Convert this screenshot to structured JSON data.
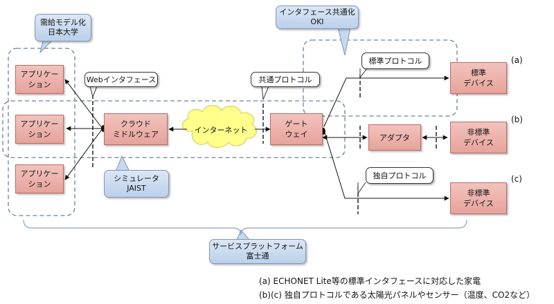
{
  "org_labels": {
    "nihon": "需給モデル化\n日本大学",
    "oki": "インタフェース共通化\nOKI",
    "jaist": "シミュレータ\nJAIST",
    "fujitsu": "サービスプラットフォーム\n富士通"
  },
  "callouts": {
    "web_if": "Webインタフェース",
    "common_protocol": "共通プロトコル",
    "standard_protocol": "標準プロトコル",
    "proprietary_protocol": "独自プロトコル"
  },
  "boxes": {
    "app1": "アプリケー\nション",
    "app2": "アプリケー\nション",
    "app3": "アプリケー\nション",
    "cloud_middleware": "クラウド\nミドルウェア",
    "gateway": "ゲート\nウェイ",
    "adapter": "アダプタ",
    "dev_standard": "標準\nデバイス",
    "dev_nonstandard_b": "非標準\nデバイス",
    "dev_nonstandard_c": "非標準\nデバイス"
  },
  "internet": "インターネット",
  "device_tags": {
    "a": "(a)",
    "b": "(b)",
    "c": "(c)"
  },
  "notes": {
    "line1": "(a) ECHONET Lite等の標準インタフェースに対応した家電",
    "line2": "(b)(c) 独自プロトコルである太陽光パネルやセンサー（温度、CO2など）"
  },
  "colors": {
    "box_fill": "#f2c3bd",
    "box_border": "#b96a63",
    "cloud_fill": "#ffff8c",
    "dash": "#6a7fa0",
    "label_fill": "#c7d8ee"
  }
}
